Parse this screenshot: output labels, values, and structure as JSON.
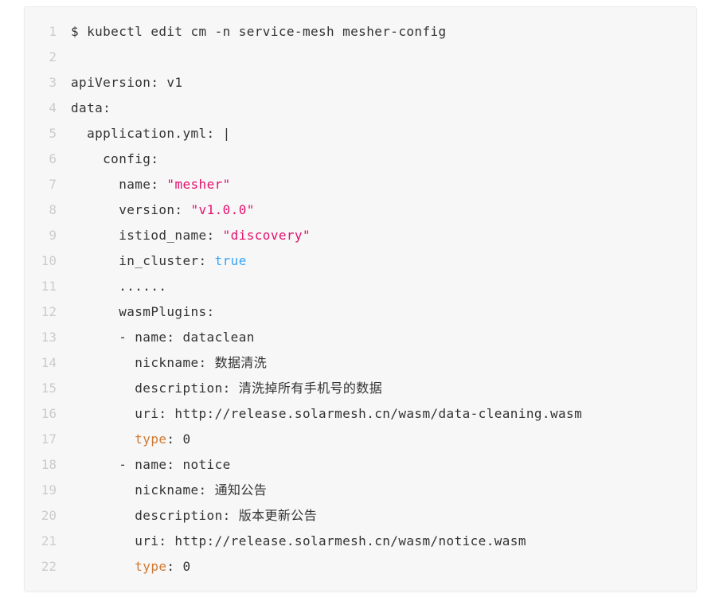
{
  "page": {
    "background": "#ffffff"
  },
  "code_block": {
    "background": "#f7f7f8",
    "border_color": "#ececee",
    "text_color": "#333333",
    "line_number_color": "#cccccc",
    "token_colors": {
      "string": "#e3116c",
      "boolean": "#36a3f7",
      "keyword": "#cf7932"
    },
    "lines": [
      {
        "num": "1",
        "tokens": [
          {
            "t": "$ kubectl edit cm -n service-mesh mesher-config"
          }
        ]
      },
      {
        "num": "2",
        "tokens": []
      },
      {
        "num": "3",
        "tokens": [
          {
            "t": "apiVersion: v1"
          }
        ]
      },
      {
        "num": "4",
        "tokens": [
          {
            "t": "data:"
          }
        ]
      },
      {
        "num": "5",
        "tokens": [
          {
            "t": "  application.yml: |"
          }
        ]
      },
      {
        "num": "6",
        "tokens": [
          {
            "t": "    config:"
          }
        ]
      },
      {
        "num": "7",
        "tokens": [
          {
            "t": "      name: "
          },
          {
            "t": "\"mesher\"",
            "c": "string"
          }
        ]
      },
      {
        "num": "8",
        "tokens": [
          {
            "t": "      version: "
          },
          {
            "t": "\"v1.0.0\"",
            "c": "string"
          }
        ]
      },
      {
        "num": "9",
        "tokens": [
          {
            "t": "      istiod_name: "
          },
          {
            "t": "\"discovery\"",
            "c": "string"
          }
        ]
      },
      {
        "num": "10",
        "tokens": [
          {
            "t": "      in_cluster: "
          },
          {
            "t": "true",
            "c": "boolean"
          }
        ]
      },
      {
        "num": "11",
        "tokens": [
          {
            "t": "      ......"
          }
        ]
      },
      {
        "num": "12",
        "tokens": [
          {
            "t": "      wasmPlugins:"
          }
        ]
      },
      {
        "num": "13",
        "tokens": [
          {
            "t": "      - name: dataclean"
          }
        ]
      },
      {
        "num": "14",
        "tokens": [
          {
            "t": "        nickname: 数据清洗"
          }
        ]
      },
      {
        "num": "15",
        "tokens": [
          {
            "t": "        description: 清洗掉所有手机号的数据"
          }
        ]
      },
      {
        "num": "16",
        "tokens": [
          {
            "t": "        uri: http://release.solarmesh.cn/wasm/data-cleaning.wasm"
          }
        ]
      },
      {
        "num": "17",
        "tokens": [
          {
            "t": "        "
          },
          {
            "t": "type",
            "c": "keyword"
          },
          {
            "t": ": 0"
          }
        ]
      },
      {
        "num": "18",
        "tokens": [
          {
            "t": "      - name: notice"
          }
        ]
      },
      {
        "num": "19",
        "tokens": [
          {
            "t": "        nickname: 通知公告"
          }
        ]
      },
      {
        "num": "20",
        "tokens": [
          {
            "t": "        description: 版本更新公告"
          }
        ]
      },
      {
        "num": "21",
        "tokens": [
          {
            "t": "        uri: http://release.solarmesh.cn/wasm/notice.wasm"
          }
        ]
      },
      {
        "num": "22",
        "tokens": [
          {
            "t": "        "
          },
          {
            "t": "type",
            "c": "keyword"
          },
          {
            "t": ": 0"
          }
        ]
      }
    ]
  }
}
